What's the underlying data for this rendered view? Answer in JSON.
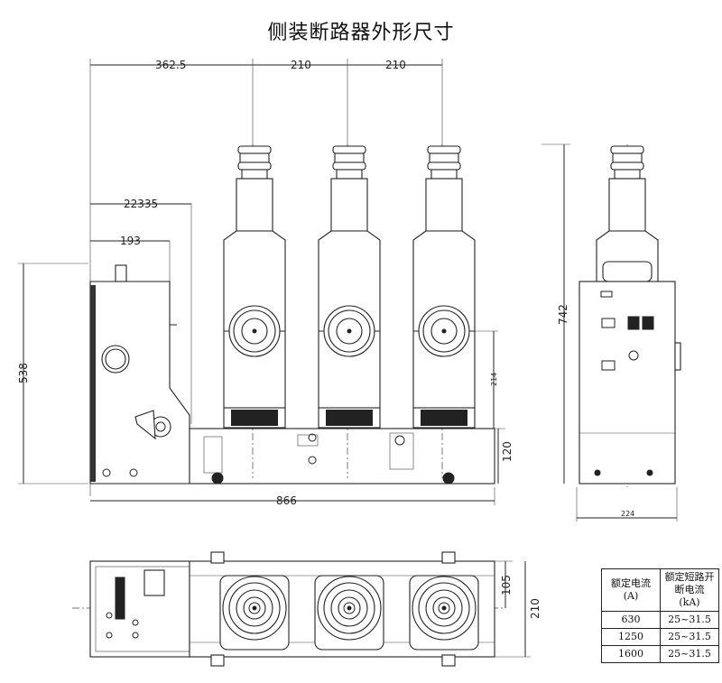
{
  "title": "侧装断路器外形尺寸",
  "dimensions": {
    "d362": "362.5",
    "d210a": "210",
    "d210b": "210",
    "d22335": "22335",
    "d193": "193",
    "d538": "538",
    "d742": "742",
    "d214": "214",
    "d120": "120",
    "d866": "866",
    "d224": "224",
    "d105": "105",
    "d210side": "210"
  },
  "table": {
    "header_col1": "额定电流(A)",
    "header_col2": "额定短路开断电流(kA)",
    "rows": [
      {
        "current": "630",
        "breaking": "25~31.5"
      },
      {
        "current": "1250",
        "breaking": "25~31.5"
      },
      {
        "current": "1600",
        "breaking": "25~31.5"
      }
    ]
  }
}
